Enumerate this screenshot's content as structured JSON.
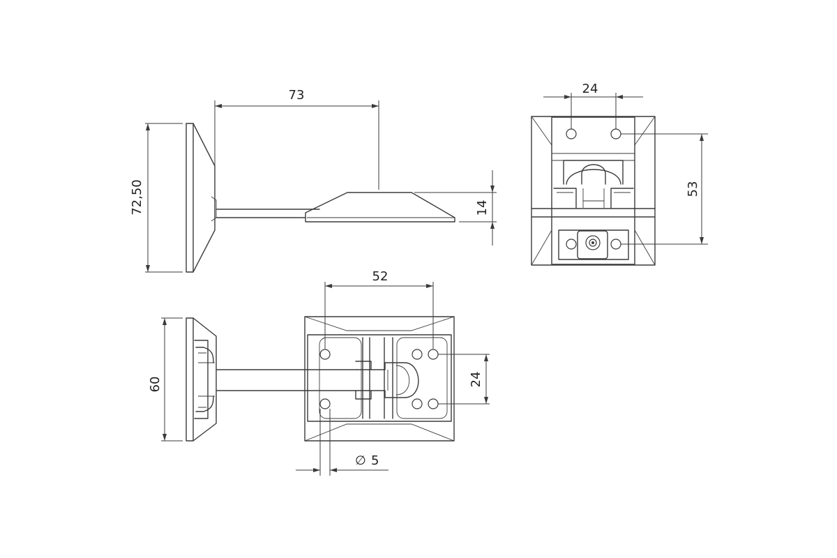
{
  "dimensions": {
    "arm_length": "73",
    "mount_height": "72,50",
    "catch_thickness": "14",
    "catch_hole_spacing": "24",
    "catch_height": "53",
    "base_hole_spacing_h": "52",
    "base_height": "60",
    "base_hole_spacing_v": "24",
    "hole_diameter": "5",
    "diameter_symbol": "∅"
  },
  "colors": {
    "line": "#3a3a3a",
    "background": "#ffffff"
  }
}
